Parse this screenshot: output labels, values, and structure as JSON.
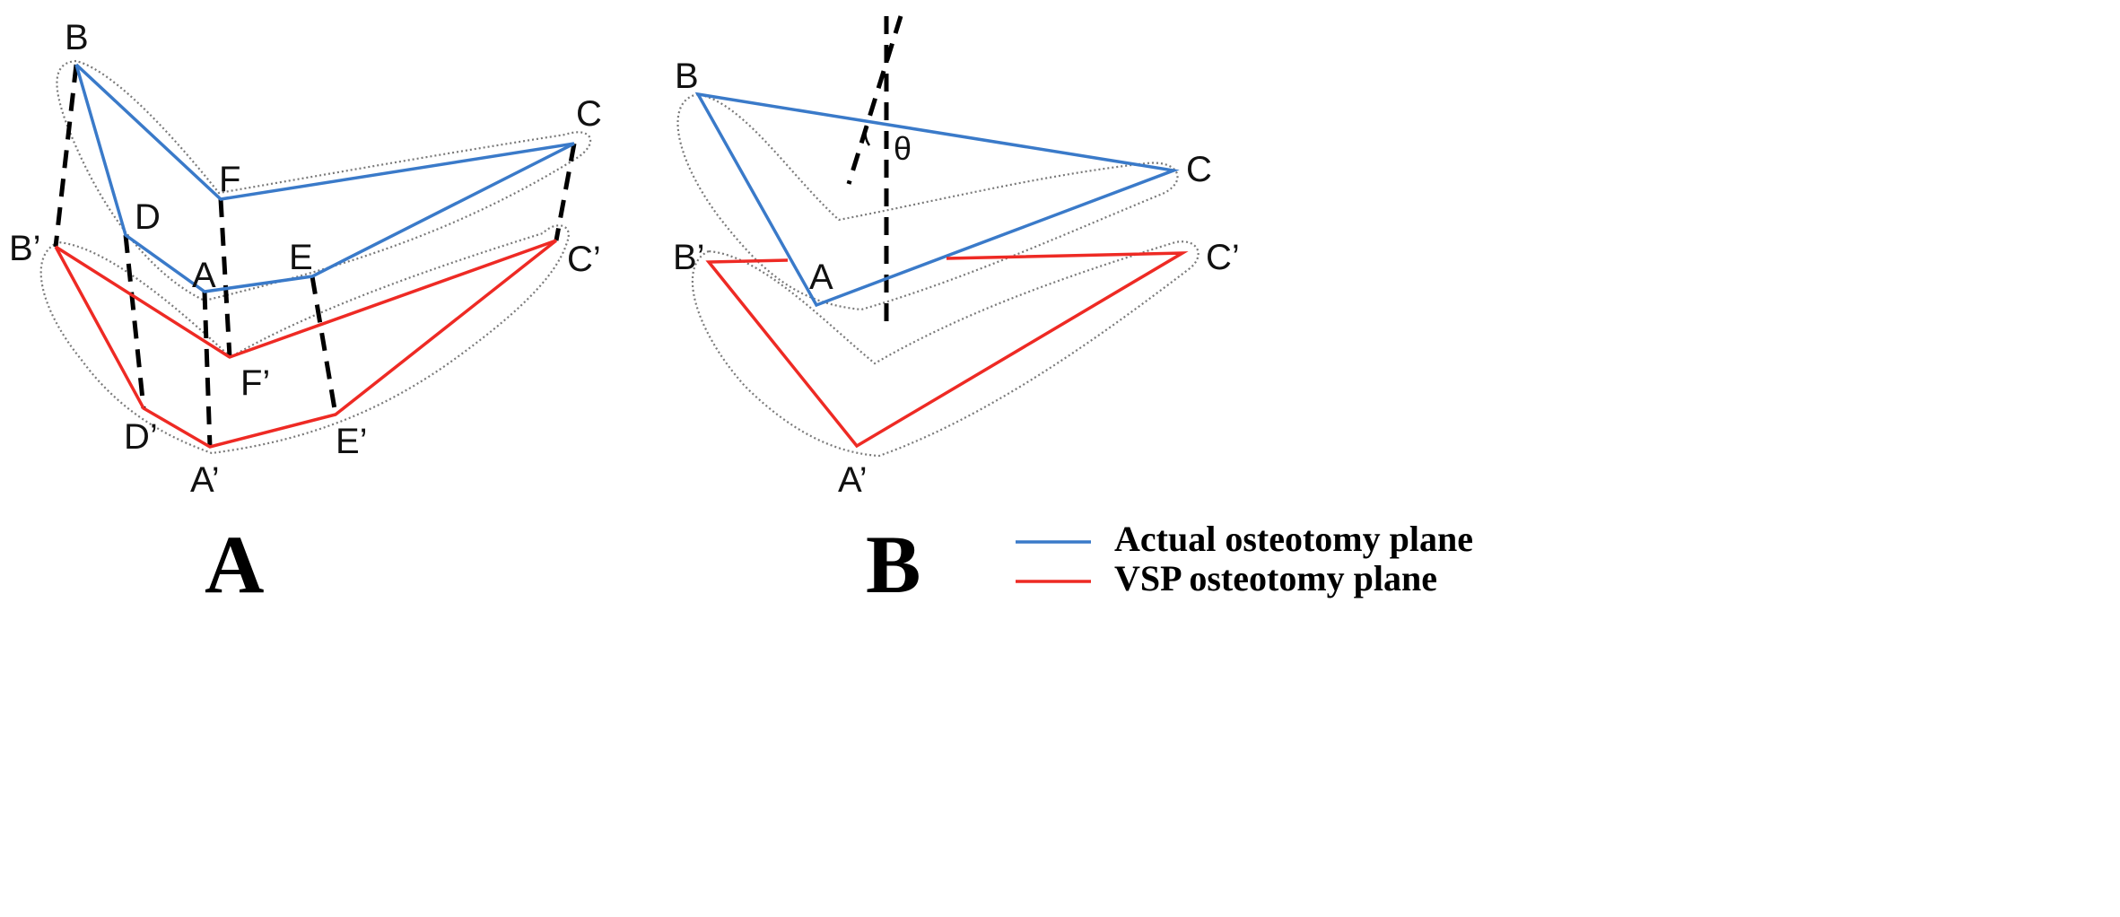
{
  "panels": {
    "a": {
      "label": "A",
      "points": {
        "B": "B",
        "C": "C",
        "D": "D",
        "F": "F",
        "A": "A",
        "E": "E",
        "B_prime": "B’",
        "C_prime": "C’",
        "F_prime": "F’",
        "D_prime": "D’",
        "A_prime": "A’",
        "E_prime": "E’"
      }
    },
    "b": {
      "label": "B",
      "angle_symbol": "θ",
      "points": {
        "B": "B",
        "C": "C",
        "A": "A",
        "B_prime": "B’",
        "C_prime": "C’",
        "A_prime": "A’"
      }
    }
  },
  "legend": {
    "items": [
      {
        "label": "Actual osteotomy plane",
        "color": "#3a7ac9"
      },
      {
        "label": "VSP osteotomy plane",
        "color": "#ee2a24"
      }
    ]
  }
}
